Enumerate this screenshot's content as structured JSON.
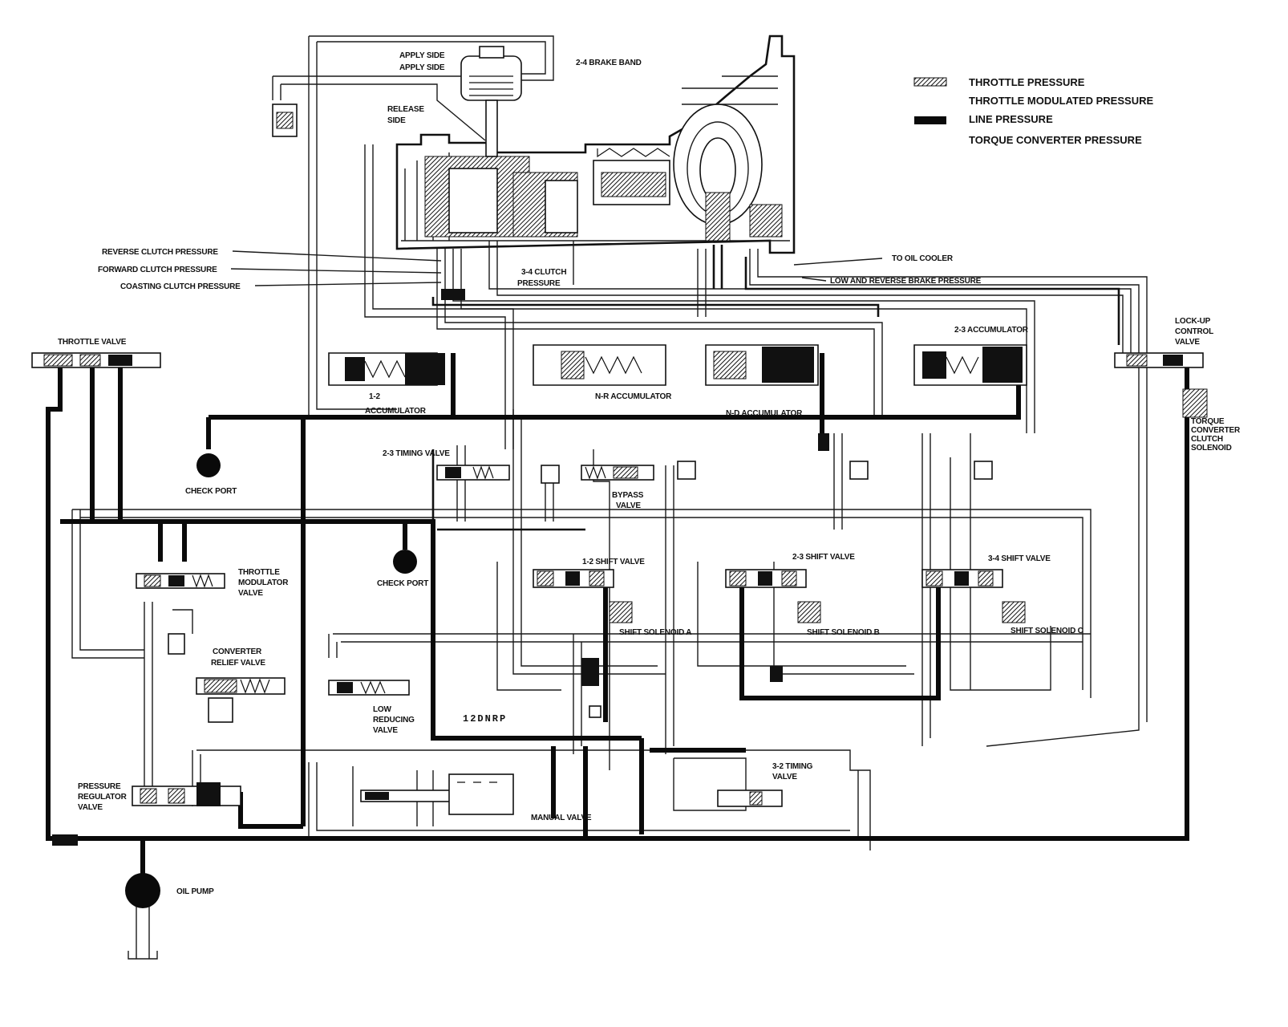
{
  "legend": {
    "throttle_pressure": "THROTTLE PRESSURE",
    "throttle_modulated_pressure": "THROTTLE MODULATED PRESSURE",
    "line_pressure": "LINE PRESSURE",
    "torque_converter_pressure": "TORQUE CONVERTER PRESSURE"
  },
  "labels": {
    "apply_side_1": "APPLY SIDE",
    "apply_side_2": "APPLY SIDE",
    "brake_band": "2-4 BRAKE BAND",
    "release_side_1": "RELEASE",
    "release_side_2": "SIDE",
    "reverse_clutch": "REVERSE CLUTCH PRESSURE",
    "forward_clutch": "FORWARD CLUTCH PRESSURE",
    "coasting_clutch": "COASTING CLUTCH PRESSURE",
    "clutch_34_1": "3-4 CLUTCH",
    "clutch_34_2": "PRESSURE",
    "oil_cooler": "TO OIL COOLER",
    "low_reverse_brake": "LOW AND REVERSE BRAKE PRESSURE",
    "throttle_valve": "THROTTLE VALVE",
    "acc_12_1": "1-2",
    "acc_12_2": "ACCUMULATOR",
    "nr_accumulator": "N-R ACCUMULATOR",
    "nd_accumulator": "N-D ACCUMULATOR",
    "acc_23": "2-3 ACCUMULATOR",
    "lockup_1": "LOCK-UP",
    "lockup_2": "CONTROL",
    "lockup_3": "VALVE",
    "tcc_1": "TORQUE",
    "tcc_2": "CONVERTER",
    "tcc_3": "CLUTCH",
    "tcc_4": "SOLENOID",
    "timing_23": "2-3 TIMING VALVE",
    "check_port_1": "CHECK PORT",
    "check_port_2": "CHECK PORT",
    "bypass_1": "BYPASS",
    "bypass_2": "VALVE",
    "shift_12": "1-2 SHIFT VALVE",
    "shift_23": "2-3 SHIFT VALVE",
    "shift_34": "3-4 SHIFT VALVE",
    "throttle_mod_1": "THROTTLE",
    "throttle_mod_2": "MODULATOR",
    "throttle_mod_3": "VALVE",
    "solenoid_a": "SHIFT SOLENOID A",
    "solenoid_b": "SHIFT SOLENOID B",
    "solenoid_c": "SHIFT SOLENOID C",
    "conv_relief_1": "CONVERTER",
    "conv_relief_2": "RELIEF VALVE",
    "low_red_1": "LOW",
    "low_red_2": "REDUCING",
    "low_red_3": "VALVE",
    "code": "12DNRP",
    "timing_32_1": "3-2 TIMING",
    "timing_32_2": "VALVE",
    "press_reg_1": "PRESSURE",
    "press_reg_2": "REGULATOR",
    "press_reg_3": "VALVE",
    "manual_valve": "MANUAL VALVE",
    "oil_pump": "OIL PUMP"
  }
}
